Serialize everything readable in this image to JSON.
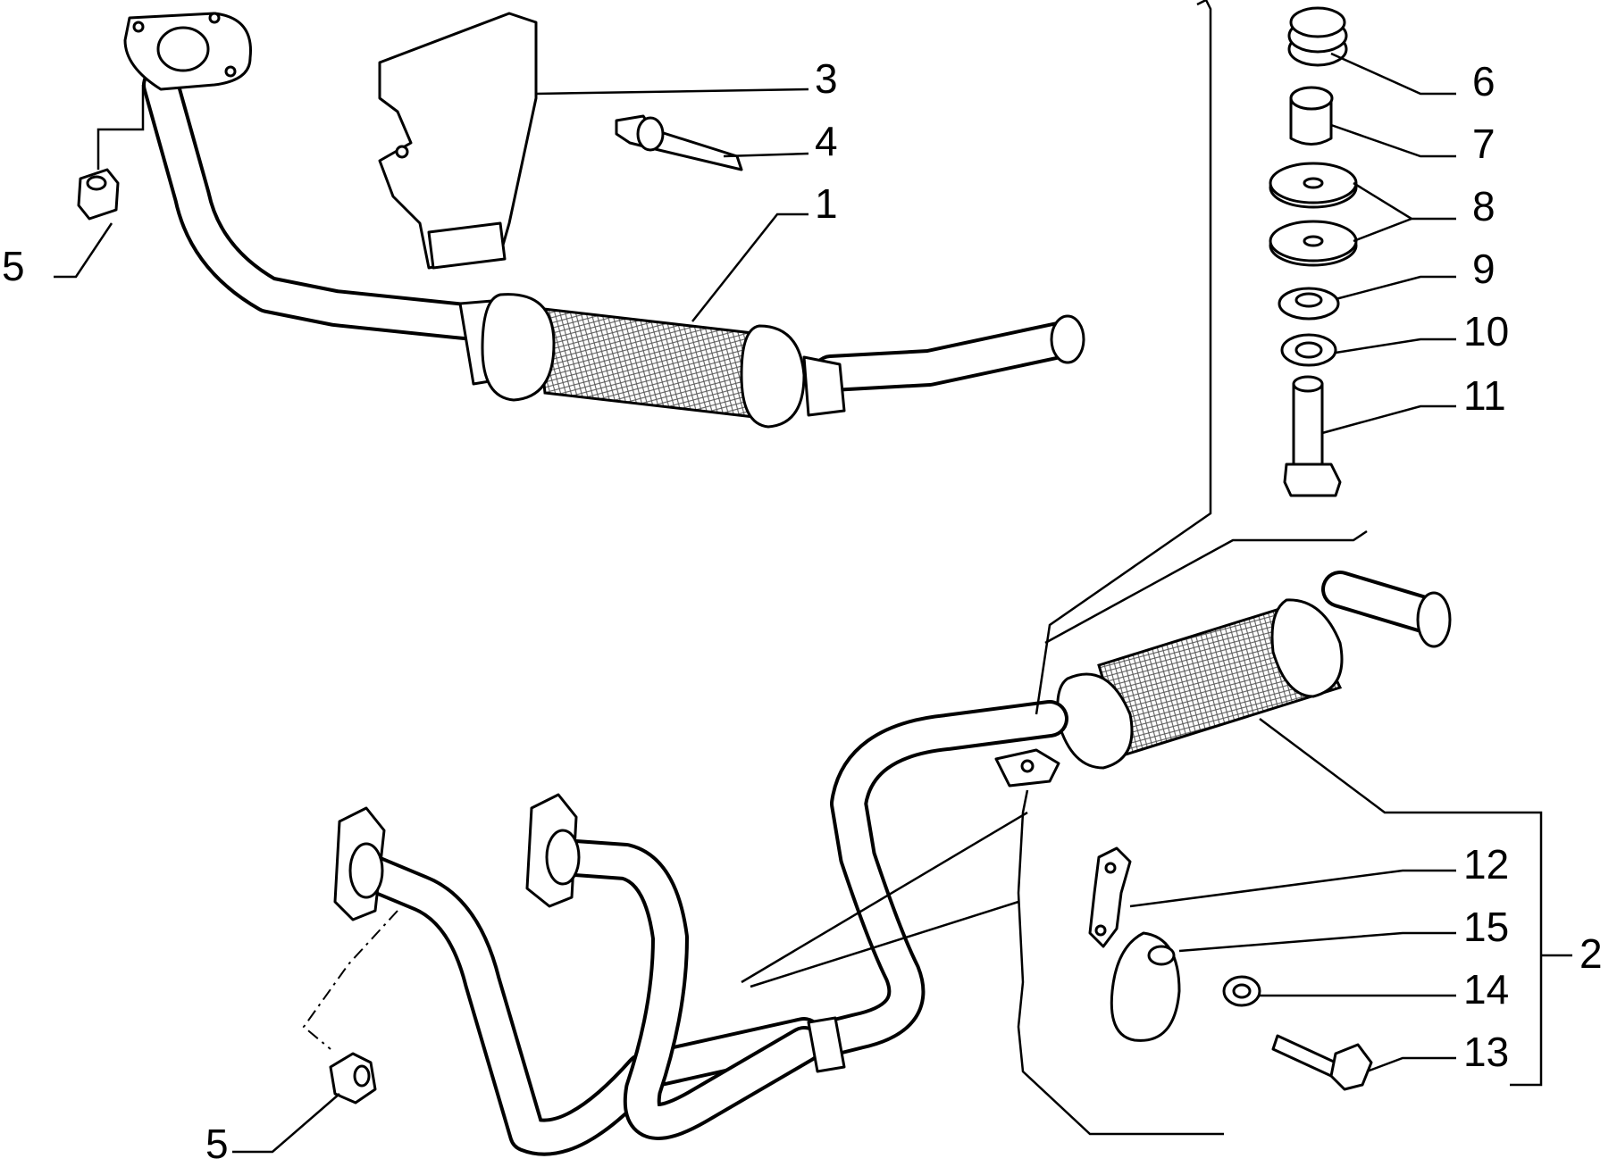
{
  "diagram": {
    "callouts": [
      {
        "id": "c1",
        "label": "1"
      },
      {
        "id": "c2",
        "label": "2"
      },
      {
        "id": "c3",
        "label": "3"
      },
      {
        "id": "c4",
        "label": "4"
      },
      {
        "id": "c5a",
        "label": "5"
      },
      {
        "id": "c5b",
        "label": "5"
      },
      {
        "id": "c6",
        "label": "6"
      },
      {
        "id": "c7",
        "label": "7"
      },
      {
        "id": "c8",
        "label": "8"
      },
      {
        "id": "c9",
        "label": "9"
      },
      {
        "id": "c10",
        "label": "10"
      },
      {
        "id": "c11",
        "label": "11"
      },
      {
        "id": "c12",
        "label": "12"
      },
      {
        "id": "c13",
        "label": "13"
      },
      {
        "id": "c14",
        "label": "14"
      },
      {
        "id": "c15",
        "label": "15"
      }
    ],
    "colors": {
      "ink": "#000000",
      "paper": "#ffffff"
    }
  }
}
